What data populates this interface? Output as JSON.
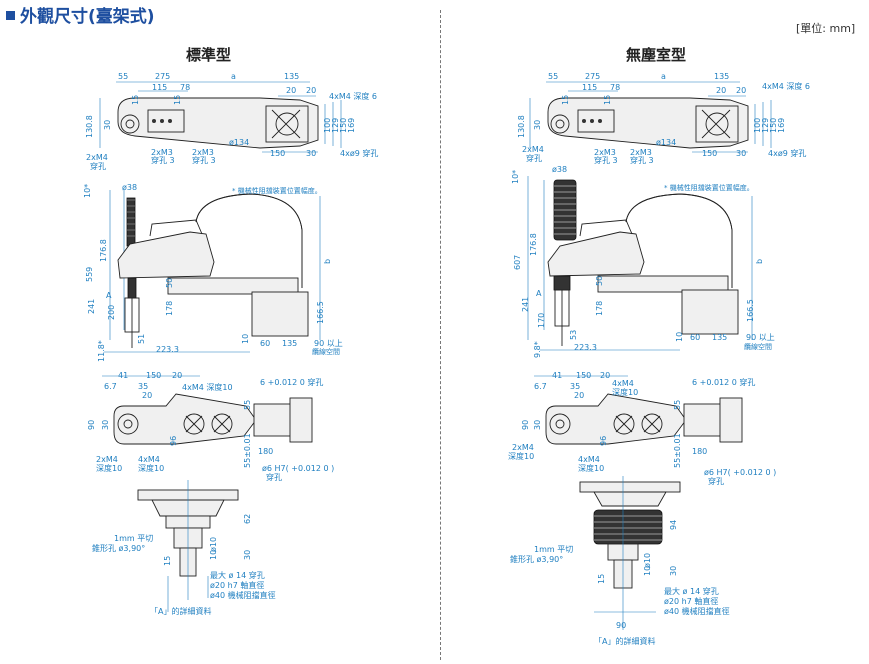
{
  "title": "外觀尺寸(臺架式)",
  "unit_label": "[單位: mm]",
  "standard": {
    "heading": "標準型",
    "top": {
      "d55": "55",
      "d275": "275",
      "da": "a",
      "d135": "135",
      "d115": "115",
      "d78": "78",
      "d20a": "20",
      "d20b": "20",
      "m4": "4xM4 深度 6",
      "v1308": "130.8",
      "v30": "30",
      "v15a": "15",
      "v15b": "15",
      "v100": "100",
      "v129": "129",
      "v150": "150",
      "v169": "169",
      "phi134": "ø134",
      "d150": "150",
      "d30": "30",
      "hole9": "4xø9 穿孔",
      "m4_2": "2xM4",
      "m4_2b": "穿孔",
      "m3a": "2xM3",
      "m3a_b": "穿孔 3",
      "m3b": "2xM3",
      "m3b_b": "穿孔 3"
    },
    "side": {
      "d10": "10*",
      "phi38": "ø38",
      "note": "* 機械性阻擋裝置位置幅度。",
      "v559": "559",
      "v1768": "176.8",
      "v241": "241",
      "v200": "200",
      "v178": "178",
      "v50": "50",
      "vb": "b",
      "v1665": "166.5",
      "v10": "10",
      "d60": "60",
      "d135": "135",
      "d90": "90 以上",
      "d90b": "纜線空間",
      "v118": "11.8*",
      "v51": "51",
      "d2233": "223.3",
      "A": "A"
    },
    "plan": {
      "d67": "6.7",
      "d41": "41",
      "d150": "150",
      "d20": "20",
      "d35": "35",
      "d20b": "20",
      "m4": "4xM4 深度10",
      "h6": "6 +0.012 0 穿孔",
      "v90": "90",
      "v30": "30",
      "v55": "55",
      "v55b": "55±0.01",
      "v180": "180",
      "v96": "96",
      "m4a": "2xM4",
      "m4a_b": "深度10",
      "m4b": "4xM4",
      "m4b_b": "深度10",
      "h7": "ø6 H7( +0.012 0 )",
      "h7b": "穿孔"
    },
    "detail": {
      "cut": "1mm 平切",
      "cone": "錐形孔 ø3,90°",
      "v62": "62",
      "v30": "30",
      "v15": "15",
      "v10": "10",
      "phi10": "ø10",
      "max14": "最大 ø 14 穿孔",
      "h7": "ø20 h7 軸直徑",
      "phi40": "ø40 機械阻擋直徑",
      "caption": "「A」的詳細資料"
    }
  },
  "cleanroom": {
    "heading": "無塵室型",
    "top": {
      "d55": "55",
      "d275": "275",
      "da": "a",
      "d135": "135",
      "d115": "115",
      "d78": "78",
      "d20a": "20",
      "d20b": "20",
      "m4": "4xM4 深度 6",
      "v1308": "130.8",
      "v30": "30",
      "v15a": "15",
      "v15b": "15",
      "v100": "100",
      "v129": "129",
      "v150": "150",
      "v169": "169",
      "phi134": "ø134",
      "d150": "150",
      "d30": "30",
      "hole9": "4xø9 穿孔",
      "m4_2": "2xM4",
      "m4_2b": "穿孔",
      "m3a": "2xM3",
      "m3a_b": "穿孔 3",
      "m3b": "2xM3",
      "m3b_b": "穿孔 3"
    },
    "side": {
      "d10": "10*",
      "phi38": "ø38",
      "note": "* 機械性阻擋裝置位置幅度。",
      "v607": "607",
      "v1768": "176.8",
      "v241": "241",
      "v170": "170",
      "v178": "178",
      "v50": "50",
      "v53": "53",
      "vb": "b",
      "v1665": "166.5",
      "v10": "10",
      "d60": "60",
      "d135": "135",
      "d90": "90 以上",
      "d90b": "纜線空間",
      "v98": "9.8*",
      "d2233": "223.3",
      "A": "A"
    },
    "plan": {
      "d67": "6.7",
      "d41": "41",
      "d150": "150",
      "d20": "20",
      "d35": "35",
      "d20b": "20",
      "m4": "4xM4",
      "m4b": "深度10",
      "h6": "6 +0.012 0 穿孔",
      "v90": "90",
      "v30": "30",
      "v55": "55",
      "v55b": "55±0.01",
      "v180": "180",
      "v96": "96",
      "m4a": "2xM4",
      "m4a_b": "深度10",
      "m4c": "4xM4",
      "m4c_b": "深度10",
      "h7": "ø6 H7( +0.012 0 )",
      "h7b": "穿孔"
    },
    "detail": {
      "cut": "1mm 平切",
      "cone": "錐形孔 ø3,90°",
      "v94": "94",
      "v30": "30",
      "v15": "15",
      "v10": "10",
      "phi10": "ø10",
      "max14": "最大 ø 14 穿孔",
      "h7": "ø20 h7 軸直徑",
      "phi40": "ø40 機械阻擋直徑",
      "d90": "90",
      "caption": "「A」的詳細資料"
    }
  },
  "colors": {
    "accent": "#1e4fa0",
    "dimension": "#1f7fc0"
  }
}
